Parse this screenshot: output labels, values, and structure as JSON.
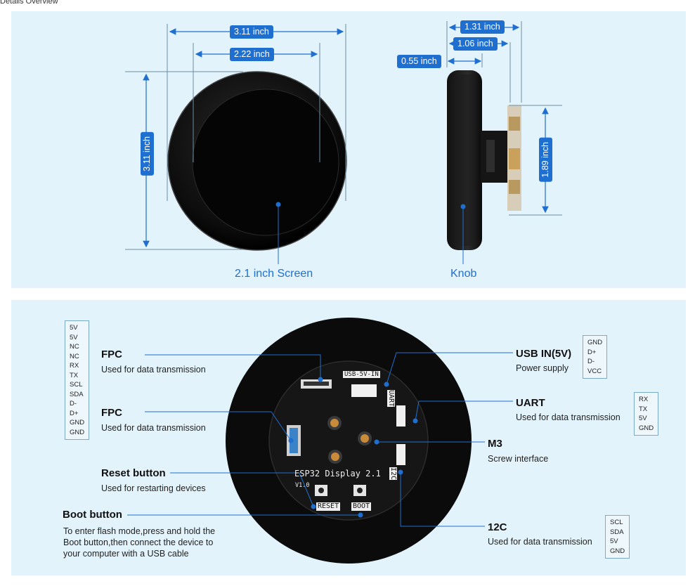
{
  "page_heading": "Details Overview",
  "top": {
    "dims": {
      "outer_width": "3.11 inch",
      "screen_width": "2.22 inch",
      "height": "3.11 inch",
      "depth_total": "1.31 inch",
      "depth_mid": "1.06 inch",
      "bezel_depth": "0.55 inch",
      "back_height": "1.89 inch"
    },
    "screen_caption": "2.1 inch Screen",
    "knob_caption": "Knob"
  },
  "bottom": {
    "board_name": "ESP32 Display 2.1",
    "board_version": "V1.0",
    "silk": {
      "usb": "USB-5V-IN",
      "uart": "UART",
      "i2c": "I2C",
      "reset": "RESET",
      "boot": "BOOT"
    },
    "left_pins": [
      "5V",
      "5V",
      "NC",
      "NC",
      "RX",
      "TX",
      "SCL",
      "SDA",
      "D-",
      "D+",
      "GND",
      "GND"
    ],
    "labels": {
      "fpc1_title": "FPC",
      "fpc1_desc": "Used for data transmission",
      "fpc2_title": "FPC",
      "fpc2_desc": "Used for data transmission",
      "reset_title": "Reset button",
      "reset_desc": "Used for restarting devices",
      "boot_title": "Boot button",
      "boot_desc_1": "To enter flash mode,press and hold the",
      "boot_desc_2": "Boot button,then connect the device to",
      "boot_desc_3": "your computer with a USB cable",
      "usb_title": "USB IN(5V)",
      "usb_desc": "Power supply",
      "uart_title": "UART",
      "uart_desc": "Used for data transmission",
      "m3_title": "M3",
      "m3_desc": "Screw interface",
      "i2c_title": "12C",
      "i2c_desc": "Used for data transmission"
    },
    "usb_pins": [
      "GND",
      "D+",
      "D-",
      "VCC"
    ],
    "uart_pins": [
      "RX",
      "TX",
      "5V",
      "GND"
    ],
    "i2c_pins": [
      "SCL",
      "SDA",
      "5V",
      "GND"
    ]
  }
}
